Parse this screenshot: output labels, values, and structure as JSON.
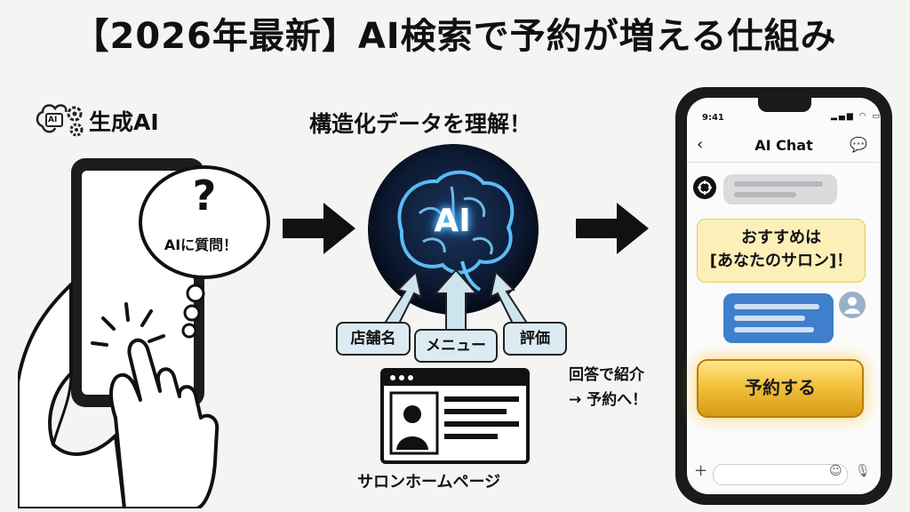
{
  "title": "【2026年最新】AI検索で予約が増える仕組み",
  "gen_ai_label": "生成AI",
  "gear_icon_text": "AI",
  "question_mark": "?",
  "ask_ai": "AIに質問！",
  "struct_label": "構造化データを理解！",
  "brain_text": "AI",
  "tags": [
    "店舗名",
    "メニュー",
    "評価"
  ],
  "salon_label": "サロンホームページ",
  "answer_lines": [
    "回答で紹介",
    "→ 予約へ！"
  ],
  "phone": {
    "time": "9:41",
    "status_icons": "▂▄▆ ◠ ▭",
    "chat_title": "AI Chat",
    "back": "‹",
    "chat_icon": "💬",
    "recommend_lines": [
      "おすすめは",
      "[あなたのサロン]！"
    ],
    "reserve_label": "予約する",
    "plus": "+",
    "smile": "☺",
    "mic": "🎙"
  },
  "colors": {
    "brain_glow": "#39a8ff",
    "tag_bg": "#dcebf3",
    "bubble_yellow": "#fcefb8",
    "bubble_blue": "#3f7fcc",
    "button_gold": "#f2c23c"
  }
}
